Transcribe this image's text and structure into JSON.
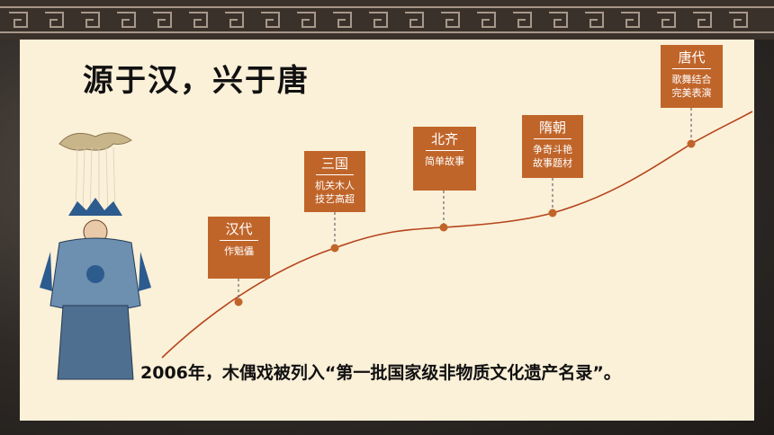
{
  "title": "源于汉，兴于唐",
  "footer": "2006年，木偶戏被列入“第一批国家级非物质文化遗产名录”。",
  "milestones": [
    {
      "name": "汉代",
      "desc": "作魁儡"
    },
    {
      "name": "三国",
      "desc": "机关木人\n技艺高超"
    },
    {
      "name": "北齐",
      "desc": "简单故事"
    },
    {
      "name": "隋朝",
      "desc": "争奇斗艳\n故事题材"
    },
    {
      "name": "唐代",
      "desc": "歌舞结合\n完美表演"
    }
  ],
  "colors": {
    "accent": "#c0652a",
    "line": "#b5451b",
    "paper": "#fbf0d8"
  }
}
